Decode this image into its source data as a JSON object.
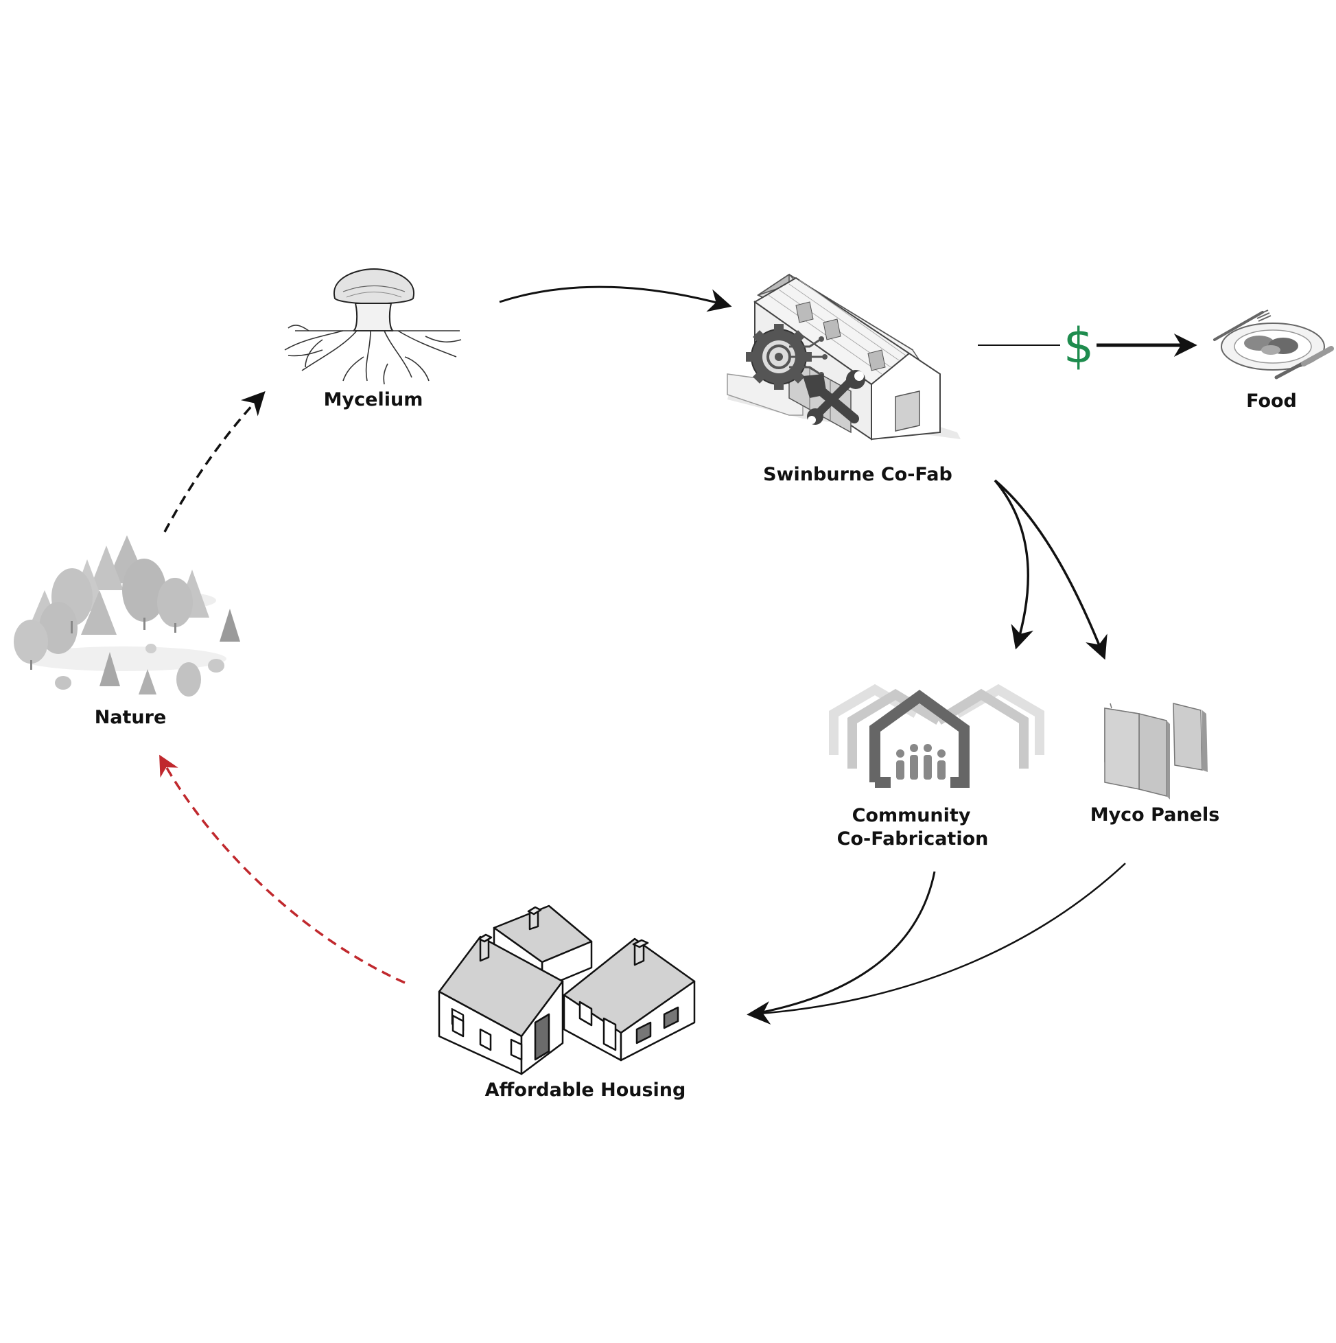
{
  "nodes": {
    "mycelium": {
      "label": "Mycelium"
    },
    "cofab": {
      "label": "Swinburne Co-Fab"
    },
    "food": {
      "label": "Food"
    },
    "community": {
      "label_line1": "Community",
      "label_line2": "Co-Fabrication"
    },
    "panels": {
      "label": "Myco Panels"
    },
    "housing": {
      "label": "Affordable Housing"
    },
    "nature": {
      "label": "Nature"
    }
  },
  "symbols": {
    "currency": "$"
  },
  "colors": {
    "arrow": "#111111",
    "return_arrow": "#c0282d",
    "currency": "#1e8c4e",
    "illustration_fill": "#c9c9c9",
    "illustration_dark": "#6b6b6b"
  }
}
